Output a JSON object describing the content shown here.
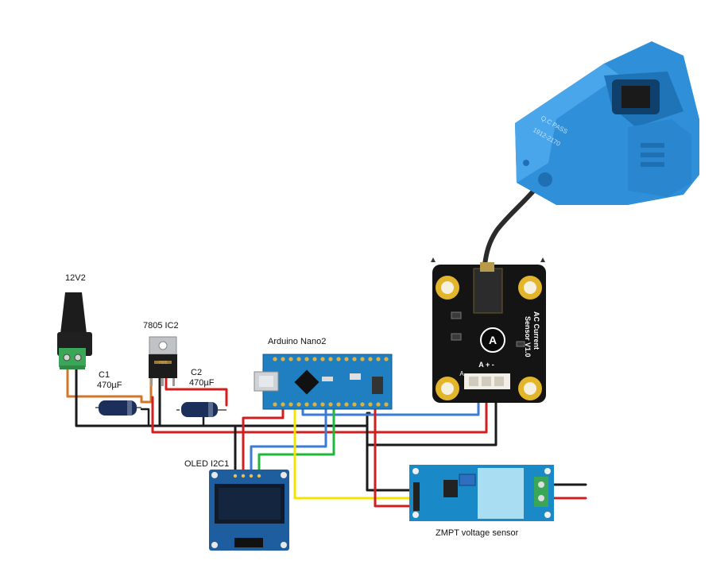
{
  "labels": {
    "dc_jack": "12V2",
    "regulator": "7805 IC2",
    "c1_name": "C1",
    "c1_value": "470µF",
    "c2_name": "C2",
    "c2_value": "470µF",
    "arduino": "Arduino Nano2",
    "oled": "OLED I2C1",
    "zmpt": "ZMPT voltage sensor"
  },
  "ac_sensor_board": {
    "line1": "AC Current",
    "line2": "Sensor V1.0",
    "pin_marks": "A + -",
    "corner_mark": "A"
  },
  "current_clamp": {
    "line1": "Q.C PASS",
    "line2": "1912-2170"
  },
  "regulator_marking": "7805",
  "colors": {
    "wire_red": "#d11f1f",
    "wire_black": "#1a1a1a",
    "wire_blue": "#3a7bd5",
    "wire_green": "#1fb83a",
    "wire_yellow": "#f2e600",
    "wire_orange": "#d2772a",
    "arduino_board": "#1f7fc1",
    "oled_board": "#1f5e9e",
    "zmpt_board": "#1a89c7",
    "sensor_board": "#141414",
    "clamp": "#2f8fd8",
    "capacitor": "#1c2f5a",
    "terminal_green": "#3aa657"
  }
}
